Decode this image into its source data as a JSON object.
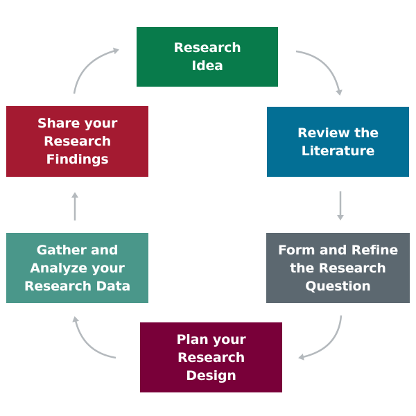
{
  "diagram": {
    "type": "cycle",
    "arrow_color": "#b4b9bd",
    "steps": [
      {
        "label": "Research\nIdea",
        "color": "#087b4b"
      },
      {
        "label": "Review the\nLiterature",
        "color": "#036f95"
      },
      {
        "label": "Form and Refine\nthe Research\nQuestion",
        "color": "#5c6870"
      },
      {
        "label": "Plan your\nResearch\nDesign",
        "color": "#790039"
      },
      {
        "label": "Gather and\nAnalyze your\nResearch Data",
        "color": "#4a978a"
      },
      {
        "label": "Share your\nResearch\nFindings",
        "color": "#a41a31"
      }
    ]
  }
}
